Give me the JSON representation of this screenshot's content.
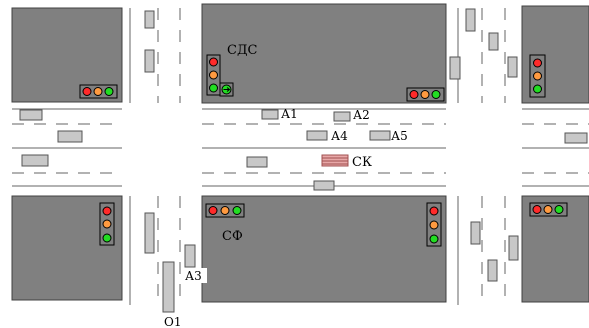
{
  "colors": {
    "block": "#808080",
    "car": "#c8c8c8",
    "red": "#ff2a2a",
    "amber": "#ff9a40",
    "green": "#22dd22",
    "pedestrian": "#e8a8a8"
  },
  "labels": {
    "sds": "СДС",
    "sf": "СФ",
    "sk": "СК",
    "a1": "А1",
    "a2": "А2",
    "a3": "А3",
    "a4": "А4",
    "a5": "А5",
    "o1": "О1"
  },
  "icons": {
    "traffic_light": "traffic-light-icon",
    "arrow": "green-arrow-icon"
  }
}
